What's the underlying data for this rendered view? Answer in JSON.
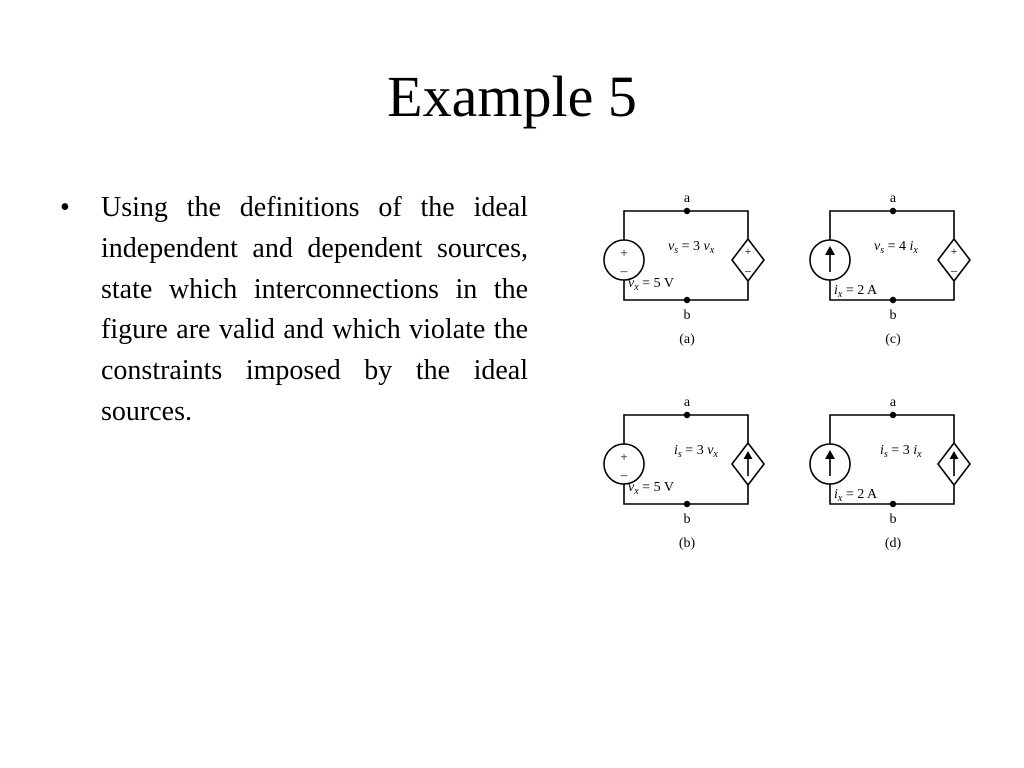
{
  "slide": {
    "title": "Example 5",
    "bullet": {
      "marker": "•",
      "text": "Using the definitions of the ideal independent and dependent sources, state which interconnections in the figure are valid and which violate the constraints imposed by the ideal sources."
    }
  },
  "figure": {
    "circuits": [
      {
        "caption": "(a)",
        "top_node": "a",
        "bottom_node": "b",
        "left_source": {
          "type": "independent-voltage",
          "plus": "+",
          "minus": "–",
          "label_var": "v",
          "label_sub": "x",
          "label_rest": " = 5 V"
        },
        "right_source": {
          "type": "dependent-voltage",
          "plus": "+",
          "minus": "–",
          "label_var": "v",
          "label_sub": "s",
          "label_rest": " = 3 ",
          "ctrl_var": "v",
          "ctrl_sub": "x"
        }
      },
      {
        "caption": "(c)",
        "top_node": "a",
        "bottom_node": "b",
        "left_source": {
          "type": "independent-current",
          "label_var": "i",
          "label_sub": "x",
          "label_rest": " = 2 A"
        },
        "right_source": {
          "type": "dependent-voltage",
          "plus": "+",
          "minus": "–",
          "label_var": "v",
          "label_sub": "s",
          "label_rest": " = 4 ",
          "ctrl_var": "i",
          "ctrl_sub": "x"
        }
      },
      {
        "caption": "(b)",
        "top_node": "a",
        "bottom_node": "b",
        "left_source": {
          "type": "independent-voltage",
          "plus": "+",
          "minus": "–",
          "label_var": "v",
          "label_sub": "x",
          "label_rest": " = 5 V"
        },
        "right_source": {
          "type": "dependent-current",
          "label_var": "i",
          "label_sub": "s",
          "label_rest": " = 3 ",
          "ctrl_var": "v",
          "ctrl_sub": "x"
        }
      },
      {
        "caption": "(d)",
        "top_node": "a",
        "bottom_node": "b",
        "left_source": {
          "type": "independent-current",
          "label_var": "i",
          "label_sub": "x",
          "label_rest": " = 2 A"
        },
        "right_source": {
          "type": "dependent-current",
          "label_var": "i",
          "label_sub": "s",
          "label_rest": " = 3 ",
          "ctrl_var": "i",
          "ctrl_sub": "x"
        }
      }
    ]
  }
}
